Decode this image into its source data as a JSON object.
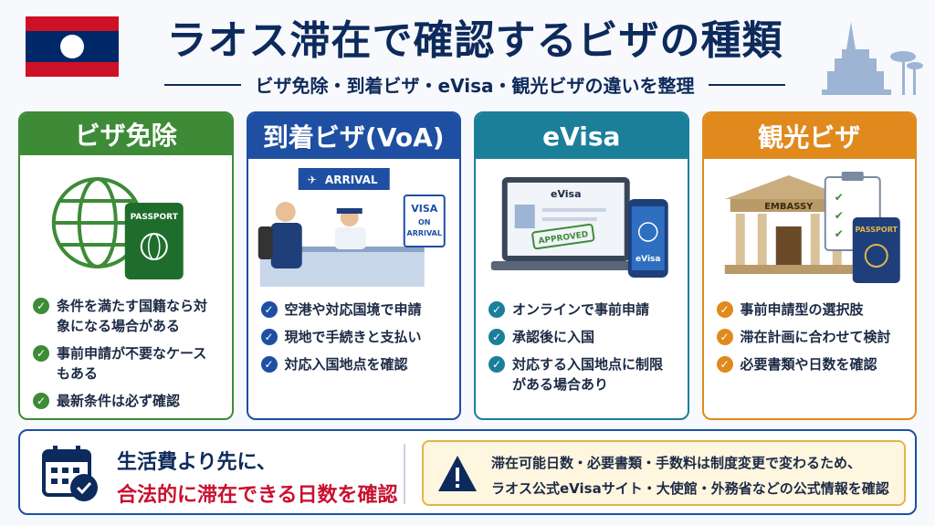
{
  "header": {
    "title": "ラオス滞在で確認するビザの種類",
    "subtitle": "ビザ免除・到着ビザ・eVisa・観光ビザの違いを整理"
  },
  "cards": [
    {
      "title": "ビザ免除",
      "image_label": "PASSPORT",
      "items": [
        "条件を満たす国籍なら対象になる場合がある",
        "事前申請が不要なケースもある",
        "最新条件は必ず確認"
      ]
    },
    {
      "title": "到着ビザ(VoA)",
      "sign_label": "ARRIVAL",
      "board_line1": "VISA",
      "board_line2": "ON",
      "board_line3": "ARRIVAL",
      "items": [
        "空港や対応国境で申請",
        "現地で手続きと支払い",
        "対応入国地点を確認"
      ]
    },
    {
      "title": "eVisa",
      "screen_label": "eVisa",
      "stamp_label": "APPROVED",
      "phone_label": "eVisa",
      "items": [
        "オンラインで事前申請",
        "承認後に入国",
        "対応する入国地点に制限がある場合あり"
      ]
    },
    {
      "title": "観光ビザ",
      "building_label": "EMBASSY",
      "passport_label": "PASSPORT",
      "items": [
        "事前申請型の選択肢",
        "滞在計画に合わせて検討",
        "必要書類や日数を確認"
      ]
    }
  ],
  "bottom": {
    "line1": "生活費より先に、",
    "line2": "合法的に滞在できる日数を確認",
    "warning1": "滞在可能日数・必要書類・手数料は制度変更で変わるため、",
    "warning2": "ラオス公式eVisaサイト・大使館・外務省などの公式情報を確認"
  },
  "colors": {
    "green": "#3d8b37",
    "blue": "#1e4fa3",
    "teal": "#1b7f9a",
    "orange": "#e08a1e",
    "red": "#c8102e",
    "navy": "#0d2a5c"
  },
  "icons": [
    "laos-flag-icon",
    "temple-icon",
    "globe-icon",
    "passport-icon",
    "airplane-icon",
    "laptop-icon",
    "phone-icon",
    "embassy-icon",
    "clipboard-icon",
    "calendar-check-icon",
    "warning-icon",
    "check-icon"
  ]
}
